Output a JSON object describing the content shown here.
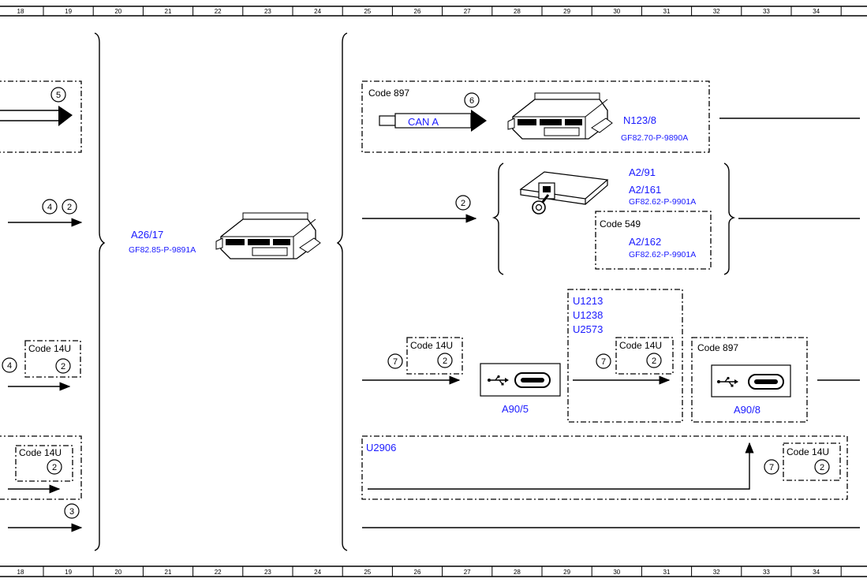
{
  "ruler": {
    "cells": [
      "18",
      "19",
      "20",
      "21",
      "22",
      "23",
      "24",
      "25",
      "26",
      "27",
      "28",
      "29",
      "30",
      "31",
      "32",
      "33",
      "34"
    ]
  },
  "components": {
    "a26_17": {
      "id": "A26/17",
      "ref": "GF82.85-P-9891A"
    },
    "n123_8": {
      "id": "N123/8",
      "ref": "GF82.70-P-9890A"
    },
    "a2_91": {
      "id": "A2/91"
    },
    "a2_161": {
      "id": "A2/161",
      "ref": "GF82.62-P-9901A"
    },
    "a2_162": {
      "id": "A2/162",
      "ref": "GF82.62-P-9901A"
    },
    "a90_5": {
      "id": "A90/5"
    },
    "a90_8": {
      "id": "A90/8"
    }
  },
  "codes": {
    "code_897_top": "Code 897",
    "code_549": "Code 549",
    "code_14u": "Code 14U",
    "code_897_right": "Code 897"
  },
  "can_label": "CAN A",
  "variants": {
    "u1213": "U1213",
    "u1238": "U1238",
    "u2573": "U2573",
    "u2906": "U2906"
  },
  "notes": {
    "n2": "2",
    "n3": "3",
    "n4": "4",
    "n5": "5",
    "n6": "6",
    "n7": "7"
  },
  "colors": {
    "label_blue": "#1a1aff",
    "line": "#000000"
  }
}
